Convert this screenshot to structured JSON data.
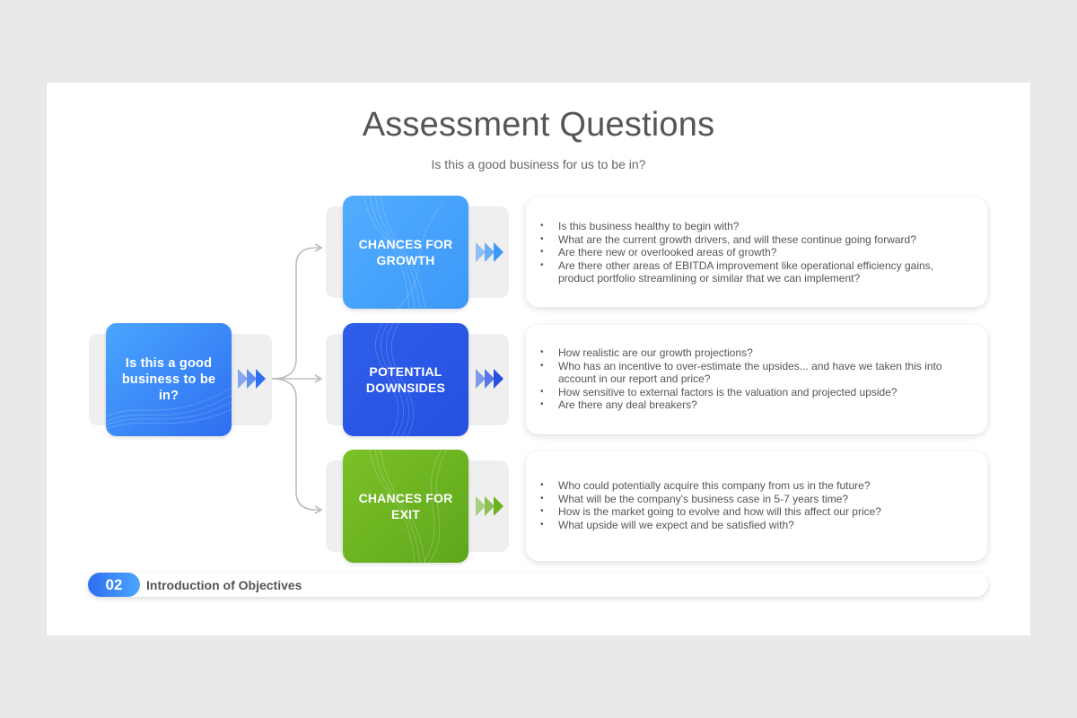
{
  "header": {
    "title": "Assessment Questions",
    "subtitle": "Is this a good business for us to be in?"
  },
  "root": {
    "label": "Is this a good business to be in?"
  },
  "branches": [
    {
      "label": "CHANCES FOR GROWTH",
      "color": "#3d98f8",
      "questions": [
        "Is this business healthy to begin with?",
        "What are the current growth drivers, and will these continue going forward?",
        "Are there new or overlooked areas of growth?",
        "Are there other areas of EBITDA improvement like operational efficiency gains, product portfolio streamlining or similar that we can implement?"
      ]
    },
    {
      "label": "POTENTIAL DOWNSIDES",
      "color": "#2550e0",
      "questions": [
        "How realistic are our growth projections?",
        "Who has an incentive to over-estimate the upsides... and have we taken this into account in our report and price?",
        "How sensitive to external factors is the valuation and projected upside?",
        "Are there any deal breakers?"
      ]
    },
    {
      "label": "CHANCES FOR EXIT",
      "color": "#6ab220",
      "questions": [
        "Who could potentially acquire this company from us in the future?",
        "What will be the company's business case in 5-7 years time?",
        "How is the market going to evolve and how will this affect our price?",
        "What upside will we expect and be satisfied with?"
      ]
    }
  ],
  "footer": {
    "number": "02",
    "label": "Introduction of Objectives"
  }
}
